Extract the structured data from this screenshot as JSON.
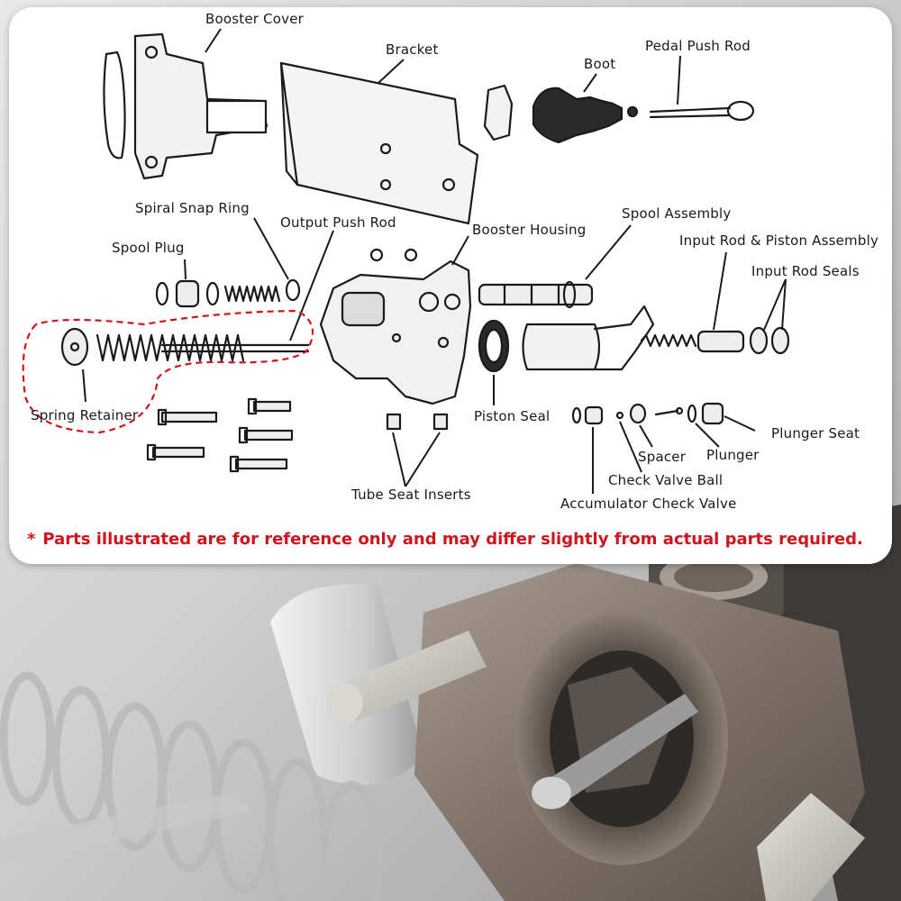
{
  "labels": {
    "booster_cover": "Booster Cover",
    "bracket": "Bracket",
    "boot": "Boot",
    "pedal_push_rod": "Pedal Push Rod",
    "spiral_snap_ring": "Spiral Snap Ring",
    "output_push_rod": "Output Push Rod",
    "booster_housing": "Booster Housing",
    "spool_assembly": "Spool Assembly",
    "input_rod_piston": "Input Rod & Piston Assembly",
    "spool_plug": "Spool Plug",
    "input_rod_seals": "Input Rod Seals",
    "piston_seal": "Piston Seal",
    "spring_retainer": "Spring Retainer",
    "plunger_seat": "Plunger Seat",
    "spacer": "Spacer",
    "plunger": "Plunger",
    "check_valve_ball": "Check Valve Ball",
    "tube_seat_inserts": "Tube Seat Inserts",
    "accumulator_check_valve": "Accumulator Check Valve"
  },
  "disclaimer": {
    "star": "*",
    "text": "Parts illustrated are for reference only and may differ slightly from actual parts required."
  },
  "colors": {
    "disclaimer": "#d0141c",
    "highlight_outline": "#d0141c",
    "line_art": "#1a1a1a"
  }
}
